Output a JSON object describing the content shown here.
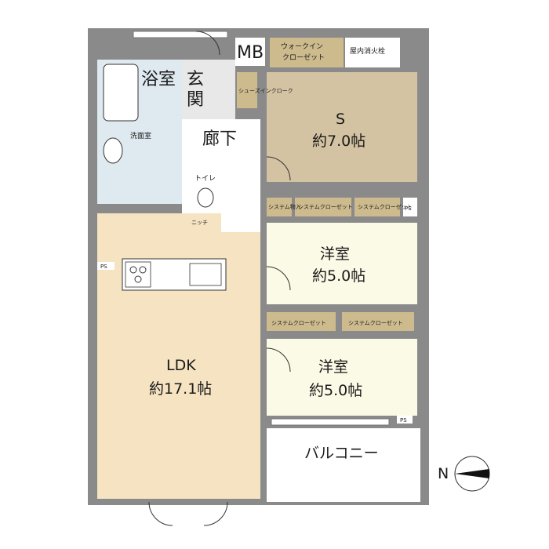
{
  "rooms": {
    "bath": "浴室",
    "entrance": "玄関",
    "corridor": "廊下",
    "washroom": "洗面室",
    "toilet": "トイレ",
    "niche": "ニッチ",
    "mb": "MB",
    "walk_in_closet_line1": "ウォークイン",
    "walk_in_closet_line2": "クローゼット",
    "hydrant": "屋内消火栓",
    "shoes_in_closet": "シューズインクローク",
    "s_room": {
      "name": "S",
      "size": "約7.0帖"
    },
    "western1": {
      "name": "洋室",
      "size": "約5.0帖"
    },
    "western2": {
      "name": "洋室",
      "size": "約5.0帖"
    },
    "ldk": {
      "name": "LDK",
      "size": "約17.1帖"
    },
    "balcony": "バルコニー"
  },
  "storage": {
    "system_storage": "システム物入",
    "system_closet": "システムクローゼット"
  },
  "ps": "PS",
  "compass": {
    "north": "N"
  },
  "colors": {
    "wall": "#8a8a8a",
    "wood": "#d4c3a3",
    "ldk_floor": "#f5e3c1",
    "room_floor": "#fbfae6",
    "wet_area": "#dfeaf0",
    "closet": "#cdbb8e"
  }
}
